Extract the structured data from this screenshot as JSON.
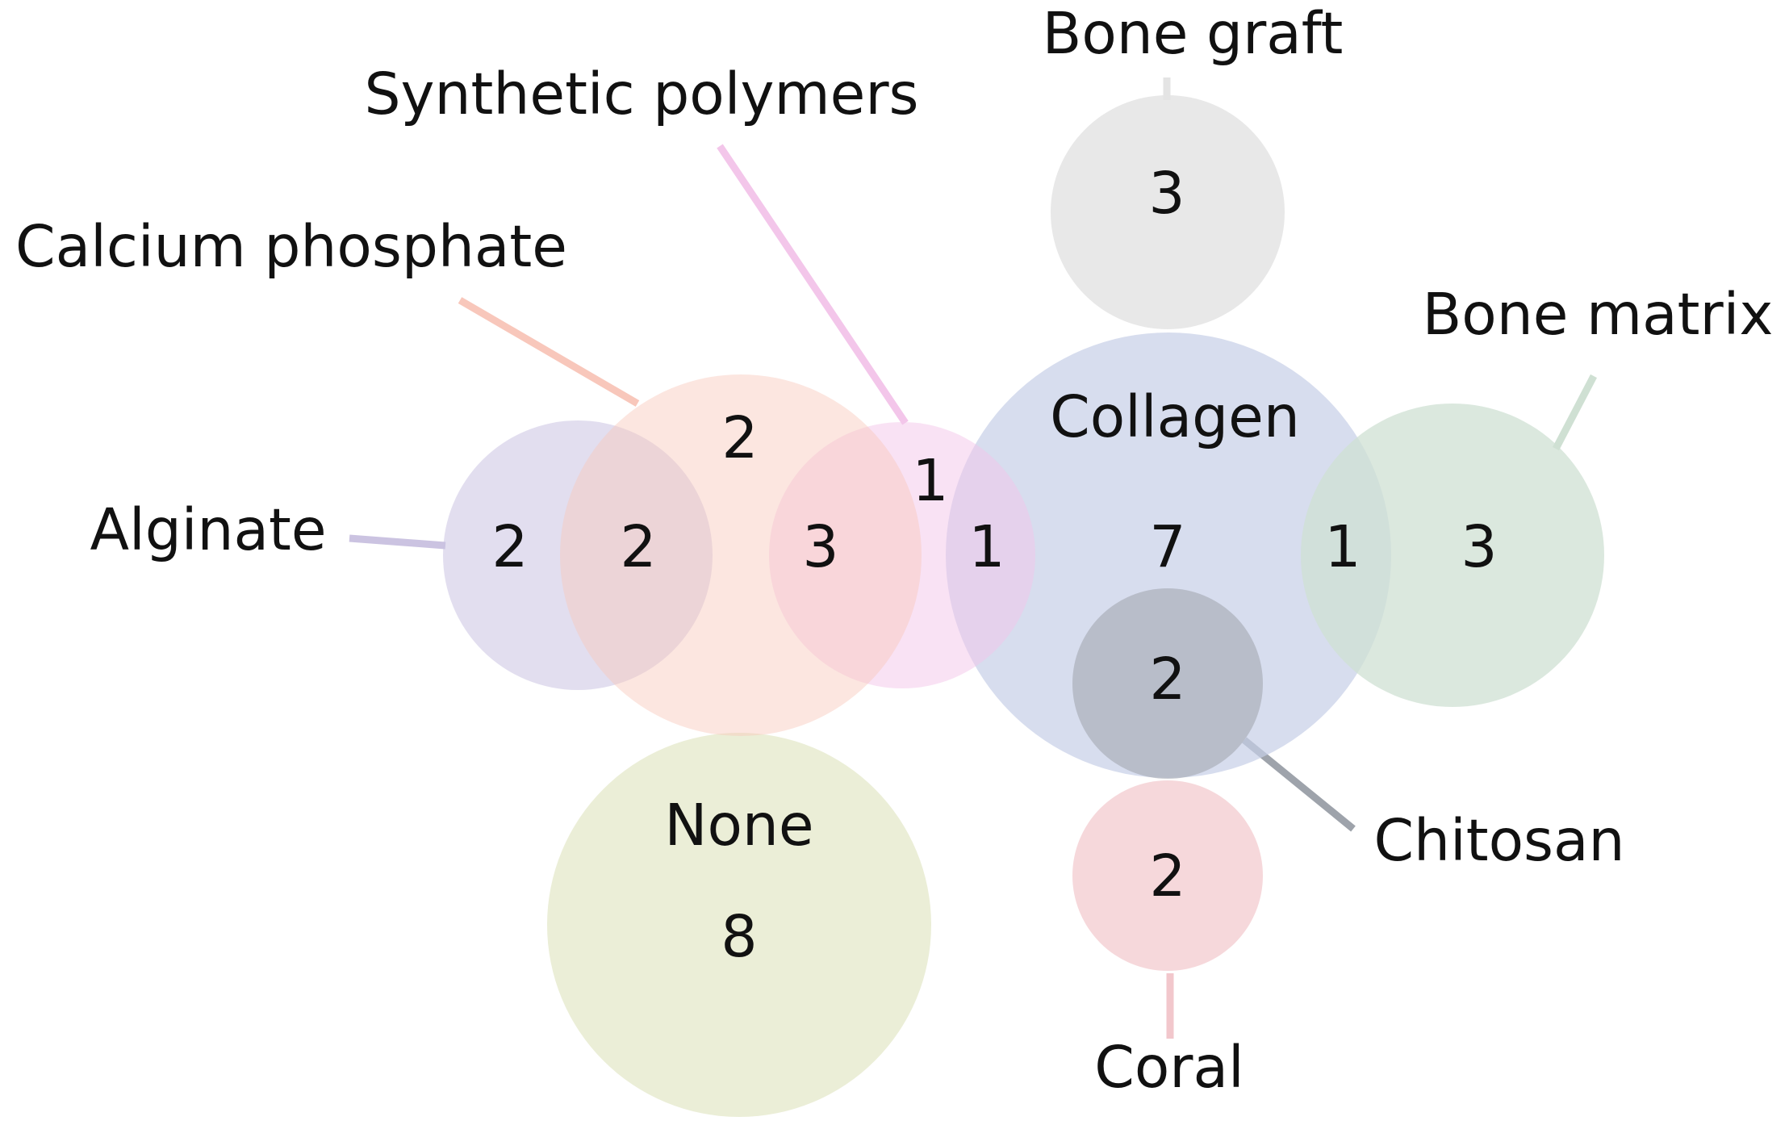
{
  "sets": [
    {
      "id": "bone_graft",
      "label": "Bone graft",
      "color": "#e4e4e4"
    },
    {
      "id": "synthetic_polymers",
      "label": "Synthetic polymers",
      "color": "#f3c6ea"
    },
    {
      "id": "calcium_phosphate",
      "label": "Calcium phosphate",
      "color": "#f8c7bb"
    },
    {
      "id": "alginate",
      "label": "Alginate",
      "color": "#cbc3e1"
    },
    {
      "id": "collagen",
      "label": "Collagen",
      "color": "#c6cfe7"
    },
    {
      "id": "bone_matrix",
      "label": "Bone matrix",
      "color": "#cfe0d3"
    },
    {
      "id": "chitosan",
      "label": "Chitosan",
      "color": "#9ea3ab"
    },
    {
      "id": "coral",
      "label": "Coral",
      "color": "#f2c7cc"
    },
    {
      "id": "none",
      "label": "None",
      "color": "#e8ebd0"
    }
  ],
  "counts": {
    "bone_graft": "3",
    "alginate_only": "2",
    "alginate_calcium_phosphate": "2",
    "calcium_phosphate_only": "2",
    "calcium_phosphate_synthetic_polymers": "3",
    "synthetic_polymers_only": "1",
    "synthetic_polymers_collagen": "1",
    "collagen_only": "7",
    "collagen_bone_matrix": "1",
    "bone_matrix_only": "3",
    "collagen_chitosan": "2",
    "coral": "2",
    "none": "8"
  }
}
